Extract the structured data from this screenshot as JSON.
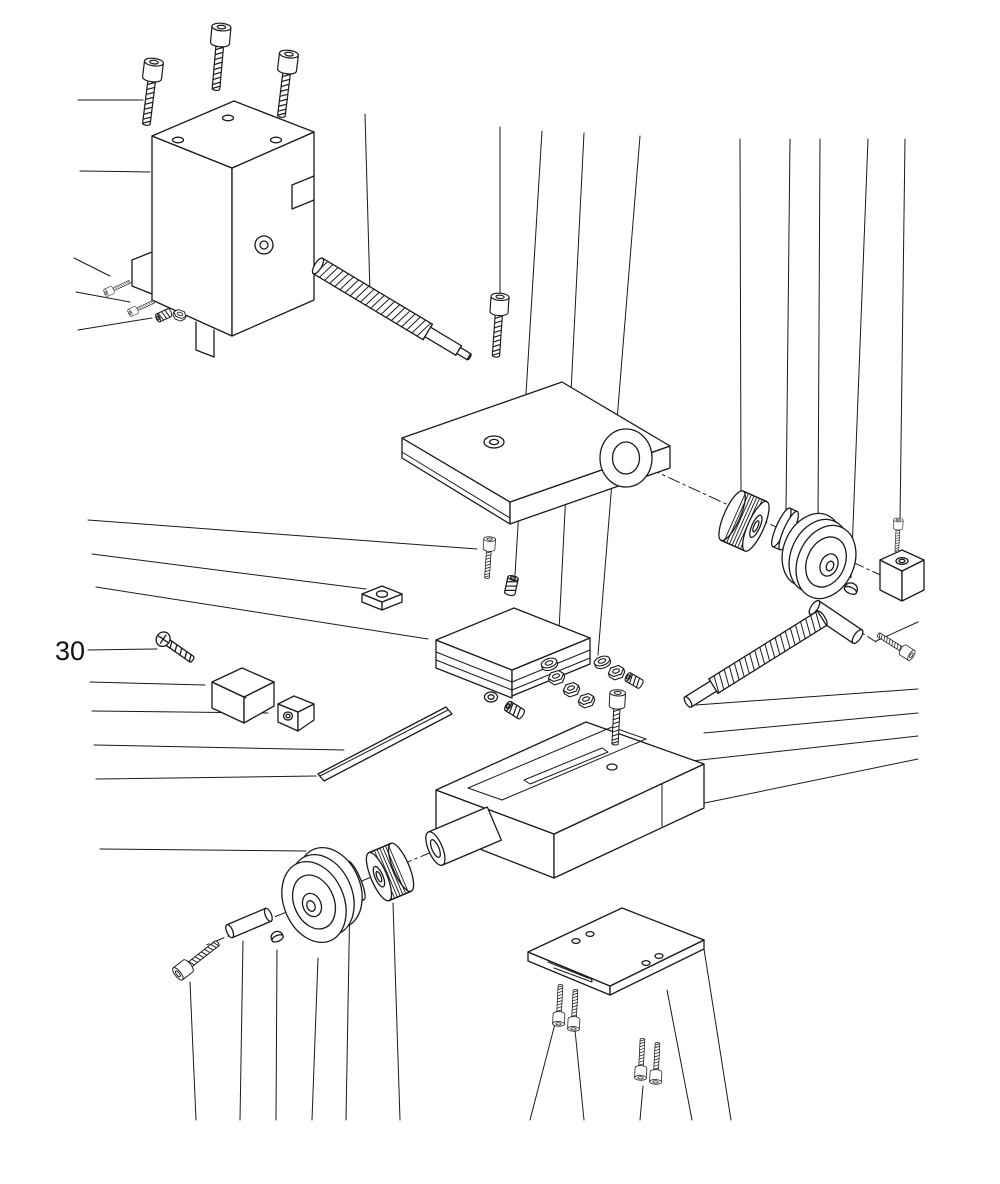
{
  "diagram": {
    "background": "#ffffff",
    "ink": "#1a1a1a",
    "callouts": [
      {
        "text": "30",
        "target": "pan-head-screw"
      }
    ],
    "parts": [
      "socket-head-cap-screw-1",
      "socket-head-cap-screw-2",
      "socket-head-cap-screw-3",
      "clamp-block",
      "clamp-set-screws",
      "top-lead-screw",
      "top-slide-plate",
      "plate-pivot-lug",
      "plate-screw",
      "knurled-dial-gear",
      "spacer-ring",
      "upper-handwheel",
      "cap-nut",
      "bearing-block",
      "bearing-block-screw",
      "spacer-sleeve",
      "bearing-screw",
      "cross-feed-screw",
      "feed-nut-block",
      "square-nut",
      "feed-nut-screw",
      "set-screw",
      "lock-nuts",
      "washers",
      "pan-head-screw",
      "gib-block",
      "clamp-piece",
      "gib-strip",
      "saddle-base",
      "saddle-screw",
      "knurled-feed-gear",
      "retaining-ring",
      "main-handwheel",
      "handle-pin",
      "lower-cap-nut",
      "handle-screw",
      "base-plate",
      "base-plate-screws"
    ]
  }
}
